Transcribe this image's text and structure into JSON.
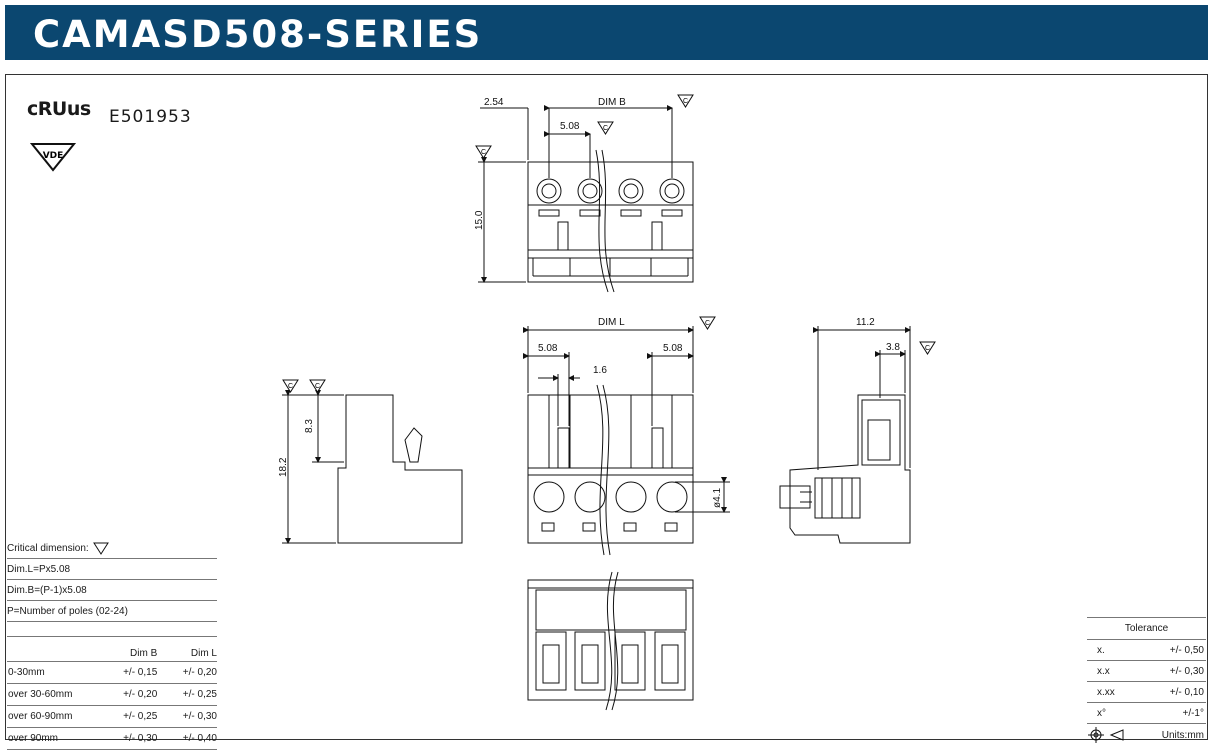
{
  "header": {
    "title": "CAMASD508-SERIES"
  },
  "certs": {
    "ul_mark": "cRUus",
    "ul_file": "E501953",
    "vde": "VDE"
  },
  "dims": {
    "d254": "2.54",
    "dimB": "DIM B",
    "d508a": "5.08",
    "h150": "15.0",
    "dimL": "DIM L",
    "d508b": "5.08",
    "d508c": "5.08",
    "d16": "1.6",
    "d41": "ø4.1",
    "d112": "11.2",
    "d38": "3.8",
    "h182": "18.2",
    "h83": "8.3",
    "crit_mark": "C"
  },
  "legend": {
    "critical": "Critical dimension:",
    "dimL": "Dim.L=Px5.08",
    "dimB": "Dim.B=(P-1)x5.08",
    "poles": "P=Number of poles (02-24)",
    "col_b": "Dim B",
    "col_l": "Dim L",
    "rows": [
      {
        "range": "0-30mm",
        "b": "+/- 0,15",
        "l": "+/- 0,20"
      },
      {
        "range": "over 30-60mm",
        "b": "+/- 0,20",
        "l": "+/- 0,25"
      },
      {
        "range": "over 60-90mm",
        "b": "+/- 0,25",
        "l": "+/- 0,30"
      },
      {
        "range": "over 90mm",
        "b": "+/- 0,30",
        "l": "+/- 0,40"
      }
    ]
  },
  "tolerance": {
    "title": "Tolerance",
    "rows": [
      {
        "k": "x.",
        "v": "+/- 0,50"
      },
      {
        "k": "x.x",
        "v": "+/- 0,30"
      },
      {
        "k": "x.xx",
        "v": "+/- 0,10"
      },
      {
        "k": "x°",
        "v": "+/-1°"
      }
    ],
    "units": "Units:mm"
  }
}
